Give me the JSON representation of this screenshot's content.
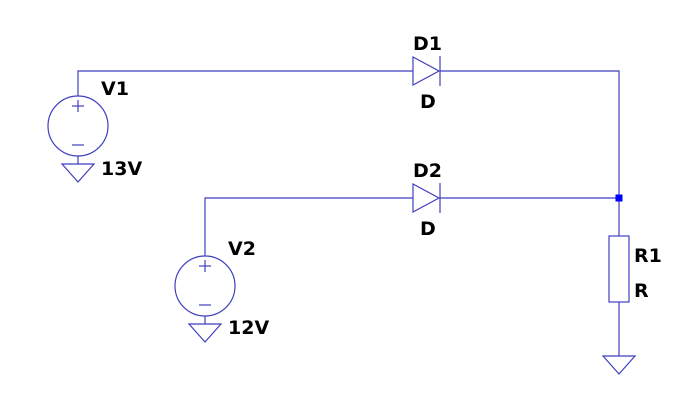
{
  "components": {
    "v1": {
      "ref": "V1",
      "value": "13V"
    },
    "v2": {
      "ref": "V2",
      "value": "12V"
    },
    "d1": {
      "ref": "D1",
      "model": "D"
    },
    "d2": {
      "ref": "D2",
      "model": "D"
    },
    "r1": {
      "ref": "R1",
      "value": "R"
    }
  },
  "colors": {
    "wire": "#3f3fbf",
    "junction": "#0000ff",
    "label": "#000000",
    "background": "#ffffff"
  }
}
